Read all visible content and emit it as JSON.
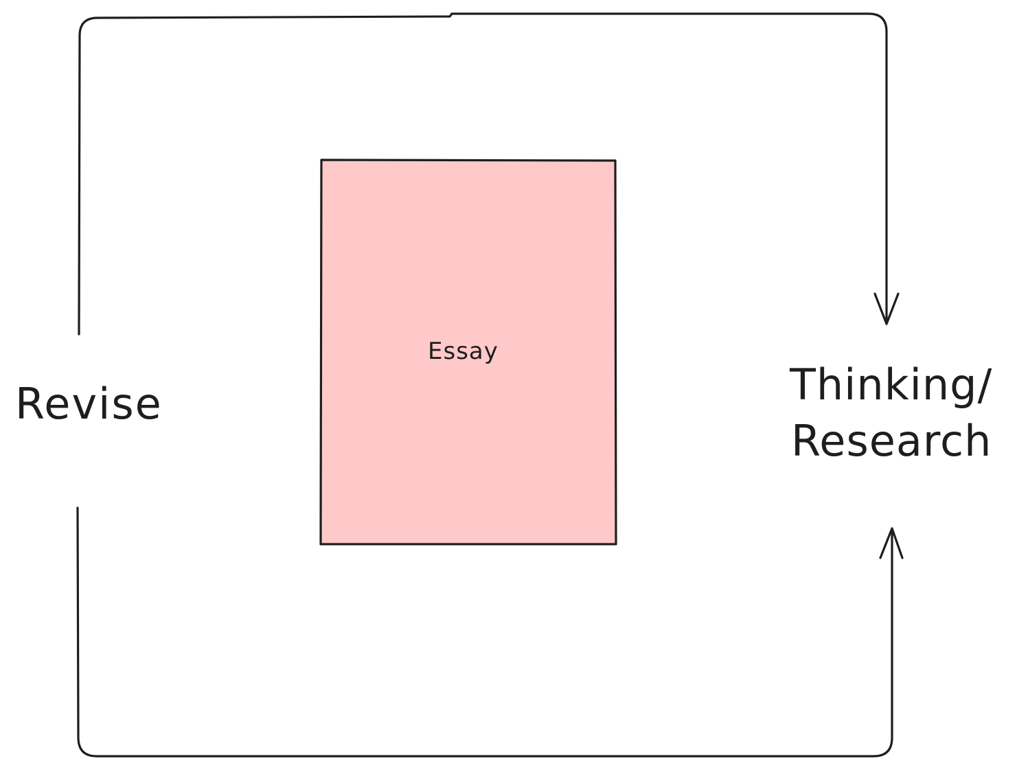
{
  "diagram": {
    "nodes": {
      "essay": {
        "label": "Essay",
        "fill": "#ffc9c9",
        "stroke": "#1e1e1e"
      },
      "revise": {
        "label": "Revise"
      },
      "thinking_research": {
        "label_line1": "Thinking/",
        "label_line2": "Research"
      }
    },
    "edges": [
      {
        "from": "revise",
        "to": "thinking_research",
        "route": "top"
      },
      {
        "from": "revise",
        "to": "thinking_research",
        "route": "bottom"
      }
    ],
    "colors": {
      "stroke": "#1e1e1e",
      "essay_fill": "#ffc9c9",
      "background": "#ffffff"
    }
  }
}
